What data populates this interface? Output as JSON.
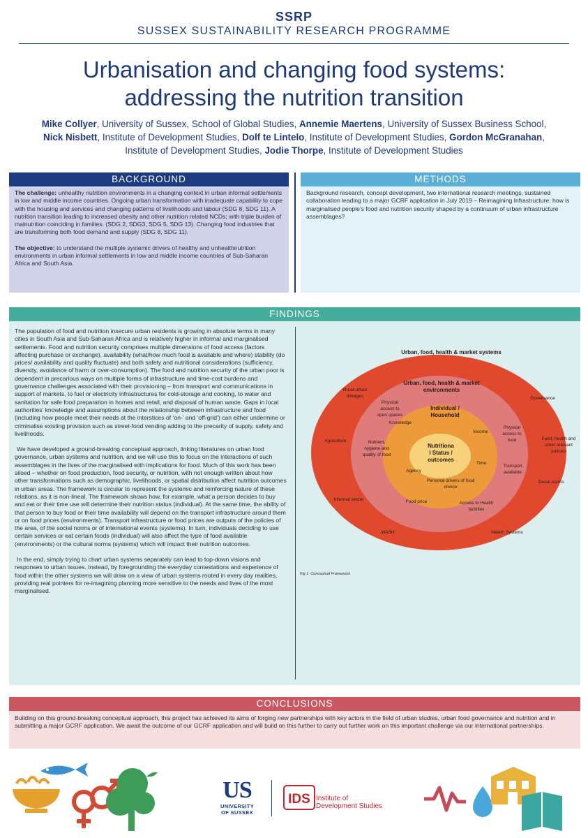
{
  "header": {
    "ssrp": "SSRP",
    "programme": "SUSSEX SUSTAINABILITY RESEARCH PROGRAMME"
  },
  "title": {
    "line1": "Urbanisation and changing food systems:",
    "line2": "addressing the nutrition transition"
  },
  "authors": [
    {
      "name": "Mike Collyer",
      "affiliation": ", University of Sussex, School of Global Studies, "
    },
    {
      "name": "Annemie Maertens",
      "affiliation": ", University of Sussex Business School,"
    },
    {
      "name": "Nick Nisbett",
      "affiliation": ", Institute of Development Studies,  "
    },
    {
      "name": "Dolf te Lintelo",
      "affiliation": ", Institute of Development Studies, "
    },
    {
      "name": "Gordon McGranahan",
      "affiliation": ","
    },
    {
      "name": "",
      "affiliation": "Institute of Development Studies, "
    },
    {
      "name": "Jodie Thorpe",
      "affiliation": ", Institute of Development Studies"
    }
  ],
  "background": {
    "heading": "BACKGROUND",
    "challenge_label": "The challenge:",
    "challenge_text": " unhealthy nutrition environments in a changing context in urban informal settlements in low and middle income countries. Ongoing urban transformation with inadequate capability to cope with the housing and services and changing patterns of livelihoods and labour (SDG 8, SDG 11).  A  nutrition transition leading to increased obesity and other nutrition related NCDs; with triple burden of malnutrition coinciding in families. (SDG 2, SDG3, SDG 5, SDG 13). Changing food industries that are transforming both food demand and supply (SDG 8, SDG 11).",
    "objective_label": "The objective:",
    "objective_text": " to understand the multiple systemic drivers of healthy and unhealthnutrition environments in urban informal settlements in low and middle income countries of Sub-Saharan Africa and South Asia."
  },
  "methods": {
    "heading": "METHODS",
    "text": "Background research, concept development, two international research meetings, sustained collaboration leading to a major GCRF application in July 2019 – Reimagining Infrastructure: how is marginalised people’s food and nutrition security shaped by a continuum of urban infrastructure assemblages?"
  },
  "findings": {
    "heading": "FINDINGS",
    "paragraphs": [
      "The population of food and nutrition insecure urban residents is growing in absolute terms in many cities in South Asia and Sub-Saharan Africa and is relatively higher in informal and marginalised settlements. Food and nutrition security comprises multiple dimensions of food access (factors affecting purchase or exchange), availability (what/how much food is available and where) stability (do prices/ availability and quality fluctuate) and both safety and nutritional considerations (sufficiency, diversity, avoidance of harm or over-consumption). The food and nutrition security of the urban poor is dependent in precarious ways on multiple forms of infrastructure and time-cost burdens and governance challenges associated with their provisioning – from transport and communications in support of markets, to fuel or electricity infrastructures for cold-storage and cooking, to water and sanitation for safe food preparation in homes and retail, and disposal of human waste. Gaps in local authorities’ knowledge and assumptions about the relationship between infrastructure and food (including how people meet their needs at the interstices of ‘on-’ and ‘off-grid’) can either undermine or criminalise existing provision such as street-food vending adding to the precarity of supply, safety and livelihoods.",
      "We have developed a ground-breaking conceptual approach, linking literatures on urban food governance, urban systems and nutrition, and we will use this to focus on the interactions of such assemblages in the lives of the marginalised with implications for food. Much of this work has been siloed – whether on food production, food security, or nutrition, with not enough written about how other transformations such as demographic, livelihoods, or spatial distribution affect nutrition outcomes in urban areas. The framework is circular to represent the systemic and reinforcing nature of these relations, as it is non-lineal. The framework shows how, for example, what a person decides to buy and eat or their time use will determine their nutrition status (individual). At the same time, the ability of that person to buy food or their time availability will depend on the transport infrastructure around them or on food prices (environments). Transport infrastructure or food prices are outputs of the policies of the area, of the social norms or of international events (systems). In turn, individuals deciding to use certain services or eat certain foods (individual) will also affect the type of food available (environments) or the cultural norms (systems) which will impact their nutrition outcomes.",
      "In the end, simply trying to chart urban systems separately can lead to top-down visions and responses to urban issues. Instead, by foregrounding the everyday contestations and experience of food within the other systems we will draw on a view of urban systems rooted in every day realities, providing real pointers for re-imagining planning more sensitive to the needs and lives of the most marginalised."
    ],
    "caption": "Fig 1: Conceptual Framework",
    "diagram": {
      "outer_title": "Urban, food, health & market systems",
      "middle_title_1": "Urban, food, health & market",
      "middle_title_2": "environments",
      "individual_1": "Individual /",
      "individual_2": "Household",
      "center_1": "Nutritiona",
      "center_2": "l Status /",
      "center_3": "outcomes",
      "outer_labels": {
        "rural_urban_1": "Rural-urban",
        "rural_urban_2": "linkages",
        "governance": "Governance",
        "agriculture": "Agriculture",
        "food_health_1": "Food, health and",
        "food_health_2": "other relevant",
        "food_health_3": "policies",
        "social_norms": "Social norms",
        "informal_sector": "Informal sector",
        "wash": "WASH",
        "health_systems": "Health Systems"
      },
      "middle_labels": {
        "physical_open_1": "Physical",
        "physical_open_2": "access to",
        "physical_open_3": "open spaces",
        "physical_food_1": "Physical",
        "physical_food_2": "access to",
        "physical_food_3": "food",
        "nutrient_1": "Nutrient,",
        "nutrient_2": "hygiene and",
        "nutrient_3": "quality of food",
        "transport_1": "Transport",
        "transport_2": "available",
        "food_price": "Food price",
        "access_health_1": "Access to Health",
        "access_health_2": "facilities"
      },
      "inner_labels": {
        "knowledge": "Knowledge",
        "income": "Income",
        "time": "Time",
        "agency": "Agency",
        "personal_1": "Personal drivers of food",
        "personal_2": "choice"
      },
      "colors": {
        "outer": "#e0492e",
        "middle": "#e07b7b",
        "inner": "#ed9a3a",
        "center": "#f7d27a"
      }
    }
  },
  "conclusions": {
    "heading": "CONCLUSIONS",
    "text": "Building on this ground-breaking conceptual approach, this project has achieved its aims of forging new partnerships with key actors in the field of urban studies, urban food governance and nutrition and in submitting a major GCRF application.  We await the outcome of our GCRF application and will build on this further to carry out further work on this important challenge via our international partnerships."
  },
  "logos": {
    "us_mark": "US",
    "us_name_1": "UNIVERSITY",
    "us_name_2": "OF SUSSEX",
    "ids_mark": "IDS",
    "ids_name_1": "Institute of",
    "ids_name_2": "Development Studies"
  },
  "icons": [
    "bowl-icon",
    "fish-icon",
    "gender-icon",
    "tree-icon",
    "heartbeat-icon",
    "water-drop-icon",
    "house-icon",
    "book-icon"
  ]
}
